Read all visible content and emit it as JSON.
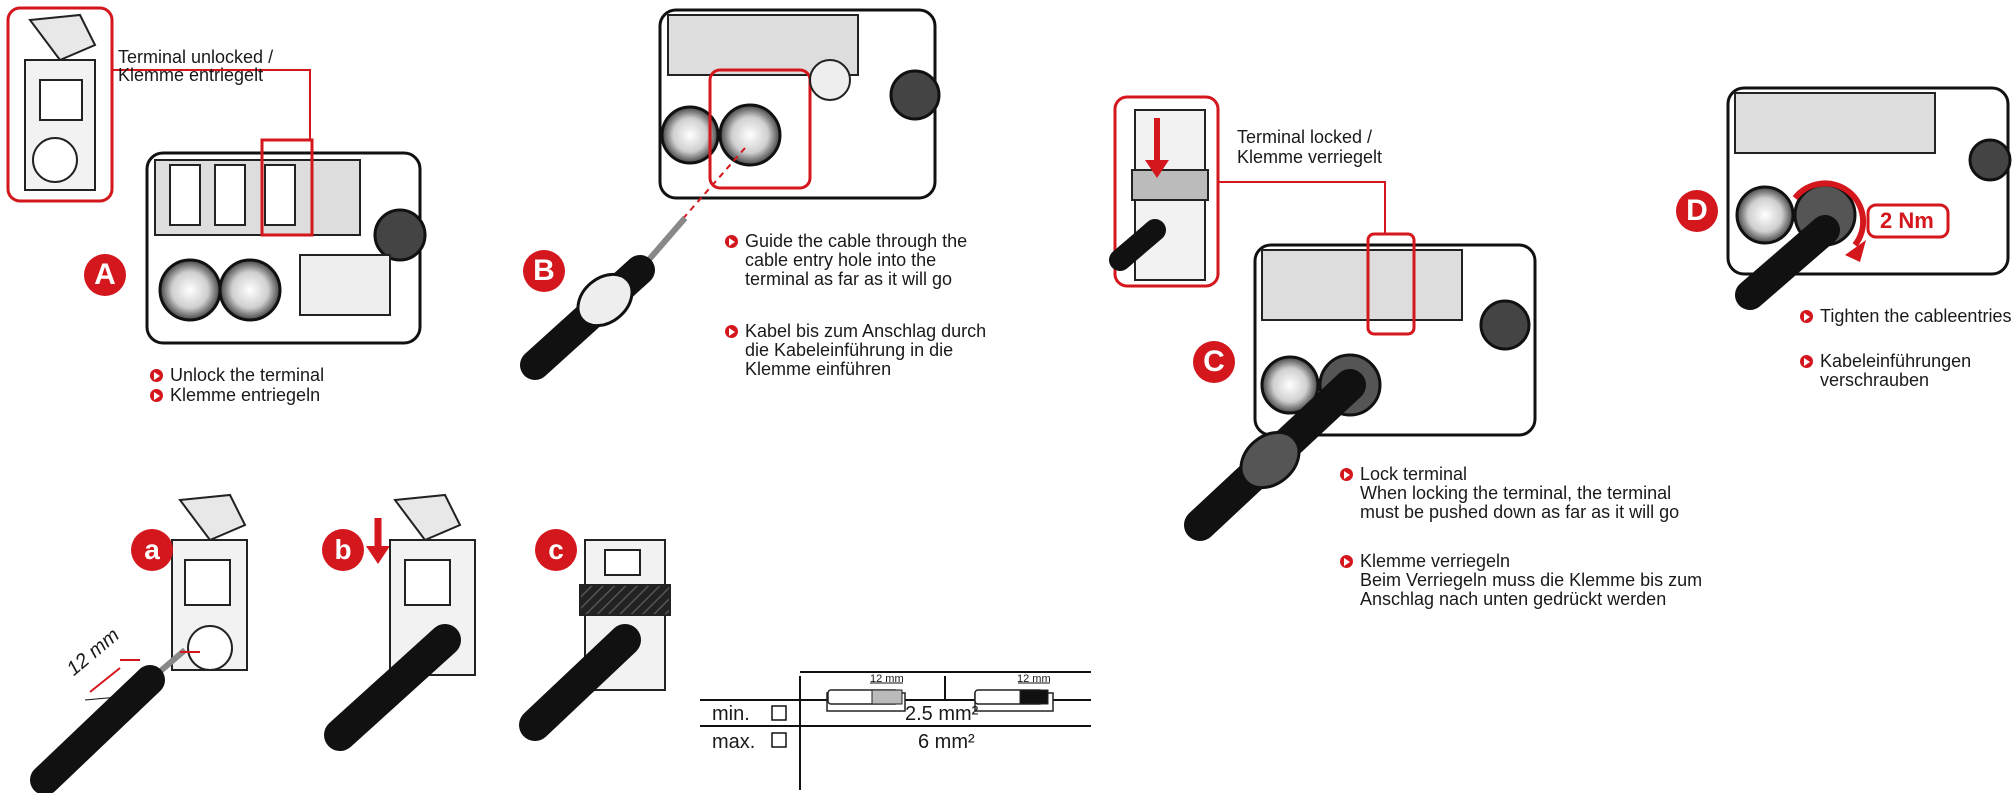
{
  "steps": {
    "A": {
      "badge": "A",
      "callout_line1": "Terminal unlocked /",
      "callout_line2": "Klemme entriegelt",
      "bullet1": "Unlock the terminal",
      "bullet2": "Klemme entriegeln"
    },
    "B": {
      "badge": "B",
      "bullet1": [
        "Guide the cable through the",
        "cable entry hole into the",
        "terminal as far as it will go"
      ],
      "bullet2": [
        "Kabel bis zum Anschlag durch",
        "die Kabeleinführung in die",
        "Klemme einführen"
      ]
    },
    "C": {
      "badge": "C",
      "callout_line1": "Terminal locked /",
      "callout_line2": "Klemme verriegelt",
      "bullet1": [
        "Lock terminal",
        "When locking the terminal, the terminal",
        "must be pushed down as far as it will go"
      ],
      "bullet2": [
        "Klemme verriegeln",
        "Beim Verriegeln muss die Klemme bis zum",
        "Anschlag nach unten gedrückt werden"
      ]
    },
    "D": {
      "badge": "D",
      "torque": "2 Nm",
      "bullet1": "Tighten the cableentries",
      "bullet2": [
        "Kabeleinführungen",
        "verschrauben"
      ]
    }
  },
  "substeps": {
    "a": "a",
    "b": "b",
    "c": "c",
    "strip_length": "12 mm"
  },
  "spec_table": {
    "strip_label_left": "12 mm",
    "strip_label_right": "12 mm",
    "rows": [
      {
        "label": "min.",
        "value": "2.5 mm²"
      },
      {
        "label": "max.",
        "value": "6 mm²"
      }
    ]
  },
  "colors": {
    "accent": "#d4161d",
    "line": "#1a1a1a"
  }
}
